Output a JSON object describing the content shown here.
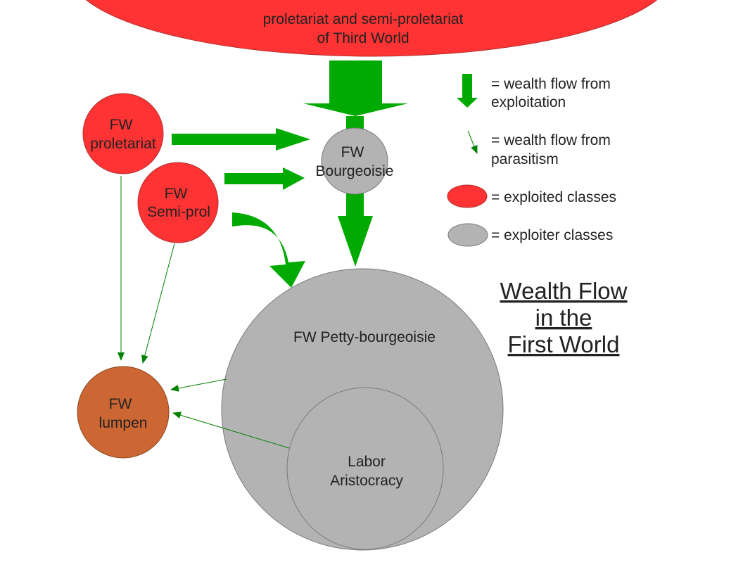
{
  "colors": {
    "exploited": "#ff3333",
    "exploiter": "#b3b3b3",
    "lumpen": "#cc6633",
    "flow": "#00aa00",
    "small_flow": "#008000"
  },
  "nodes": {
    "third_world": {
      "line1": "proletariat and semi-proletariat",
      "line2": "of Third World"
    },
    "fw_proletariat": {
      "line1": "FW",
      "line2": "proletariat"
    },
    "fw_semi_prol": {
      "line1": "FW",
      "line2": "Semi-prol"
    },
    "fw_bourgeoisie": {
      "line1": "FW",
      "line2": "Bourgeoisie"
    },
    "fw_petty_bourgeoisie": {
      "label": "FW Petty-bourgeoisie"
    },
    "labor_aristocracy": {
      "line1": "Labor",
      "line2": "Aristocracy"
    },
    "fw_lumpen": {
      "line1": "FW",
      "line2": "lumpen"
    }
  },
  "legend": {
    "exploitation": {
      "line1": "= wealth flow from",
      "line2": "exploitation"
    },
    "parasitism": {
      "line1": "= wealth flow from",
      "line2": "parasitism"
    },
    "exploited": "= exploited classes",
    "exploiter": "= exploiter classes"
  },
  "title": {
    "line1": "Wealth Flow",
    "line2": "in the",
    "line3": "First World"
  }
}
